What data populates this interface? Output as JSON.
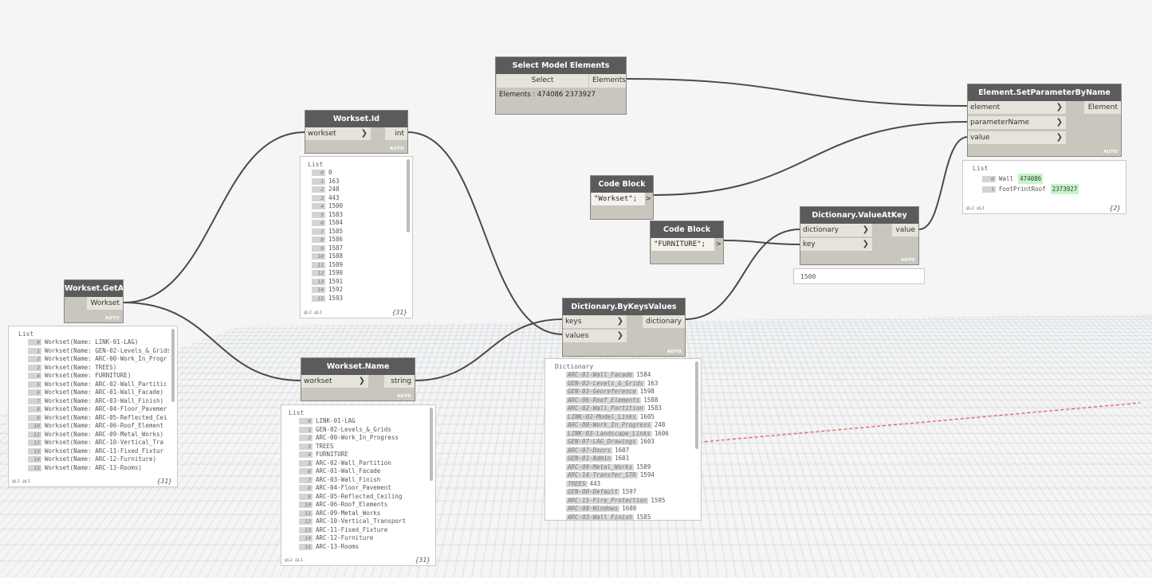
{
  "nodes": {
    "select_model_elements": {
      "title": "Select Model Elements",
      "button": "Select",
      "output": "Elements",
      "info": "Elements : 474086 2373927"
    },
    "workset_id": {
      "title": "Workset.Id",
      "input": "workset",
      "output": "int",
      "auto": "AUTO",
      "preview": {
        "title": "List",
        "rows": [
          {
            "i": "0",
            "v": "0"
          },
          {
            "i": "1",
            "v": "163"
          },
          {
            "i": "2",
            "v": "248"
          },
          {
            "i": "3",
            "v": "443"
          },
          {
            "i": "4",
            "v": "1500"
          },
          {
            "i": "5",
            "v": "1583"
          },
          {
            "i": "6",
            "v": "1584"
          },
          {
            "i": "7",
            "v": "1585"
          },
          {
            "i": "8",
            "v": "1586"
          },
          {
            "i": "9",
            "v": "1587"
          },
          {
            "i": "10",
            "v": "1588"
          },
          {
            "i": "11",
            "v": "1589"
          },
          {
            "i": "12",
            "v": "1590"
          },
          {
            "i": "13",
            "v": "1591"
          },
          {
            "i": "14",
            "v": "1592"
          },
          {
            "i": "15",
            "v": "1593"
          }
        ],
        "levels": "@L2 @L1",
        "count": "{31}"
      }
    },
    "workset_getall": {
      "title": "Workset.GetAll",
      "output": "Workset",
      "auto": "AUTO",
      "preview": {
        "title": "List",
        "rows": [
          {
            "i": "0",
            "v": "Workset(Name: LINK-01-LAG)"
          },
          {
            "i": "1",
            "v": "Workset(Name: GEN-02-Levels_&_Grids"
          },
          {
            "i": "2",
            "v": "Workset(Name: ARC-00-Work_In_Progr"
          },
          {
            "i": "3",
            "v": "Workset(Name: TREES)"
          },
          {
            "i": "4",
            "v": "Workset(Name: FURNITURE)"
          },
          {
            "i": "5",
            "v": "Workset(Name: ARC-02-Wall_Partitic"
          },
          {
            "i": "6",
            "v": "Workset(Name: ARC-01-Wall_Facade)"
          },
          {
            "i": "7",
            "v": "Workset(Name: ARC-03-Wall_Finish)"
          },
          {
            "i": "8",
            "v": "Workset(Name: ARC-04-Floor_Pavemer"
          },
          {
            "i": "9",
            "v": "Workset(Name: ARC-05-Reflected_Cei"
          },
          {
            "i": "10",
            "v": "Workset(Name: ARC-06-Roof_Element"
          },
          {
            "i": "11",
            "v": "Workset(Name: ARC-09-Metal_Works)"
          },
          {
            "i": "12",
            "v": "Workset(Name: ARC-10-Vertical_Tra"
          },
          {
            "i": "13",
            "v": "Workset(Name: ARC-11-Fixed_Fixtur"
          },
          {
            "i": "14",
            "v": "Workset(Name: ARC-12-Furniture)"
          },
          {
            "i": "15",
            "v": "Workset(Name: ARC-13-Rooms)"
          }
        ],
        "levels": "@L2 @L1",
        "count": "{31}"
      }
    },
    "workset_name": {
      "title": "Workset.Name",
      "input": "workset",
      "output": "string",
      "auto": "AUTO",
      "preview": {
        "title": "List",
        "rows": [
          {
            "i": "0",
            "v": "LINK-01-LAG"
          },
          {
            "i": "1",
            "v": "GEN-02-Levels_&_Grids"
          },
          {
            "i": "2",
            "v": "ARC-00-Work_In_Progress"
          },
          {
            "i": "3",
            "v": "TREES"
          },
          {
            "i": "4",
            "v": "FURNITURE"
          },
          {
            "i": "5",
            "v": "ARC-02-Wall_Partition"
          },
          {
            "i": "6",
            "v": "ARC-01-Wall_Facade"
          },
          {
            "i": "7",
            "v": "ARC-03-Wall_Finish"
          },
          {
            "i": "8",
            "v": "ARC-04-Floor_Pavement"
          },
          {
            "i": "9",
            "v": "ARC-05-Reflected_Ceiling"
          },
          {
            "i": "10",
            "v": "ARC-06-Roof_Elements"
          },
          {
            "i": "11",
            "v": "ARC-09-Metal_Works"
          },
          {
            "i": "12",
            "v": "ARC-10-Vertical_Transport"
          },
          {
            "i": "13",
            "v": "ARC-11-Fixed_Fixture"
          },
          {
            "i": "14",
            "v": "ARC-12-Furniture"
          },
          {
            "i": "15",
            "v": "ARC-13-Rooms"
          }
        ],
        "levels": "@L2 @L1",
        "count": "{31}"
      }
    },
    "dict_bykeys": {
      "title": "Dictionary.ByKeysValues",
      "input_keys": "keys",
      "input_values": "values",
      "output": "dictionary",
      "auto": "AUTO",
      "preview": {
        "title": "Dictionary",
        "rows": [
          {
            "k": "ARC-01-Wall_Facade",
            "v": "1584"
          },
          {
            "k": "GEN-02-Levels_&_Grids",
            "v": "163"
          },
          {
            "k": "GEN-03-Georeference",
            "v": "1598"
          },
          {
            "k": "ARC-06-Roof_Elements",
            "v": "1588"
          },
          {
            "k": "ARC-02-Wall_Partition",
            "v": "1583"
          },
          {
            "k": "LINK-02-Model_Links",
            "v": "1605"
          },
          {
            "k": "ARC-00-Work_In_Progress",
            "v": "248"
          },
          {
            "k": "LINK-03-Landscape_Links",
            "v": "1606"
          },
          {
            "k": "GEN-07-LAG_Drawings",
            "v": "1603"
          },
          {
            "k": "ARC-07-Doors",
            "v": "1607"
          },
          {
            "k": "GEN-01-Admin",
            "v": "1601"
          },
          {
            "k": "ARC-09-Metal_Works",
            "v": "1589"
          },
          {
            "k": "ARC-14-Transfer_STR",
            "v": "1594"
          },
          {
            "k": "TREES",
            "v": "443"
          },
          {
            "k": "GEN-00-Default",
            "v": "1597"
          },
          {
            "k": "ARC-15-Fire_Protection",
            "v": "1595"
          },
          {
            "k": "ARC-08-Windows",
            "v": "1608"
          },
          {
            "k": "ARC-03-Wall_Finish",
            "v": "1585"
          }
        ]
      }
    },
    "code_block_1": {
      "title": "Code Block",
      "code": "\"Workset\";",
      "out_arrow": ">"
    },
    "code_block_2": {
      "title": "Code Block",
      "code": "\"FURNITURE\";",
      "out_arrow": ">"
    },
    "dict_valueatkey": {
      "title": "Dictionary.ValueAtKey",
      "input_dictionary": "dictionary",
      "input_key": "key",
      "output": "value",
      "auto": "AUTO",
      "preview": "1500"
    },
    "element_setparam": {
      "title": "Element.SetParameterByName",
      "input_element": "element",
      "input_parameterName": "parameterName",
      "input_value": "value",
      "output": "Element",
      "auto": "AUTO",
      "preview": {
        "title": "List",
        "rows": [
          {
            "i": "0",
            "k": "Wall",
            "v": "474086"
          },
          {
            "i": "1",
            "k": "FootPrintRoof",
            "v": "2373927"
          }
        ],
        "levels": "@L2 @L1",
        "count": "{2}"
      }
    }
  },
  "colors": {
    "background": "#f5f5f5",
    "node_header": "#5b5b5b",
    "node_body": "#c9c6be",
    "port": "#e6e3dc",
    "wire": "#4a4a4a",
    "grid": "#9fb3c3",
    "axis_red": "#d42020",
    "highlight_green": "#c5f5c5"
  }
}
